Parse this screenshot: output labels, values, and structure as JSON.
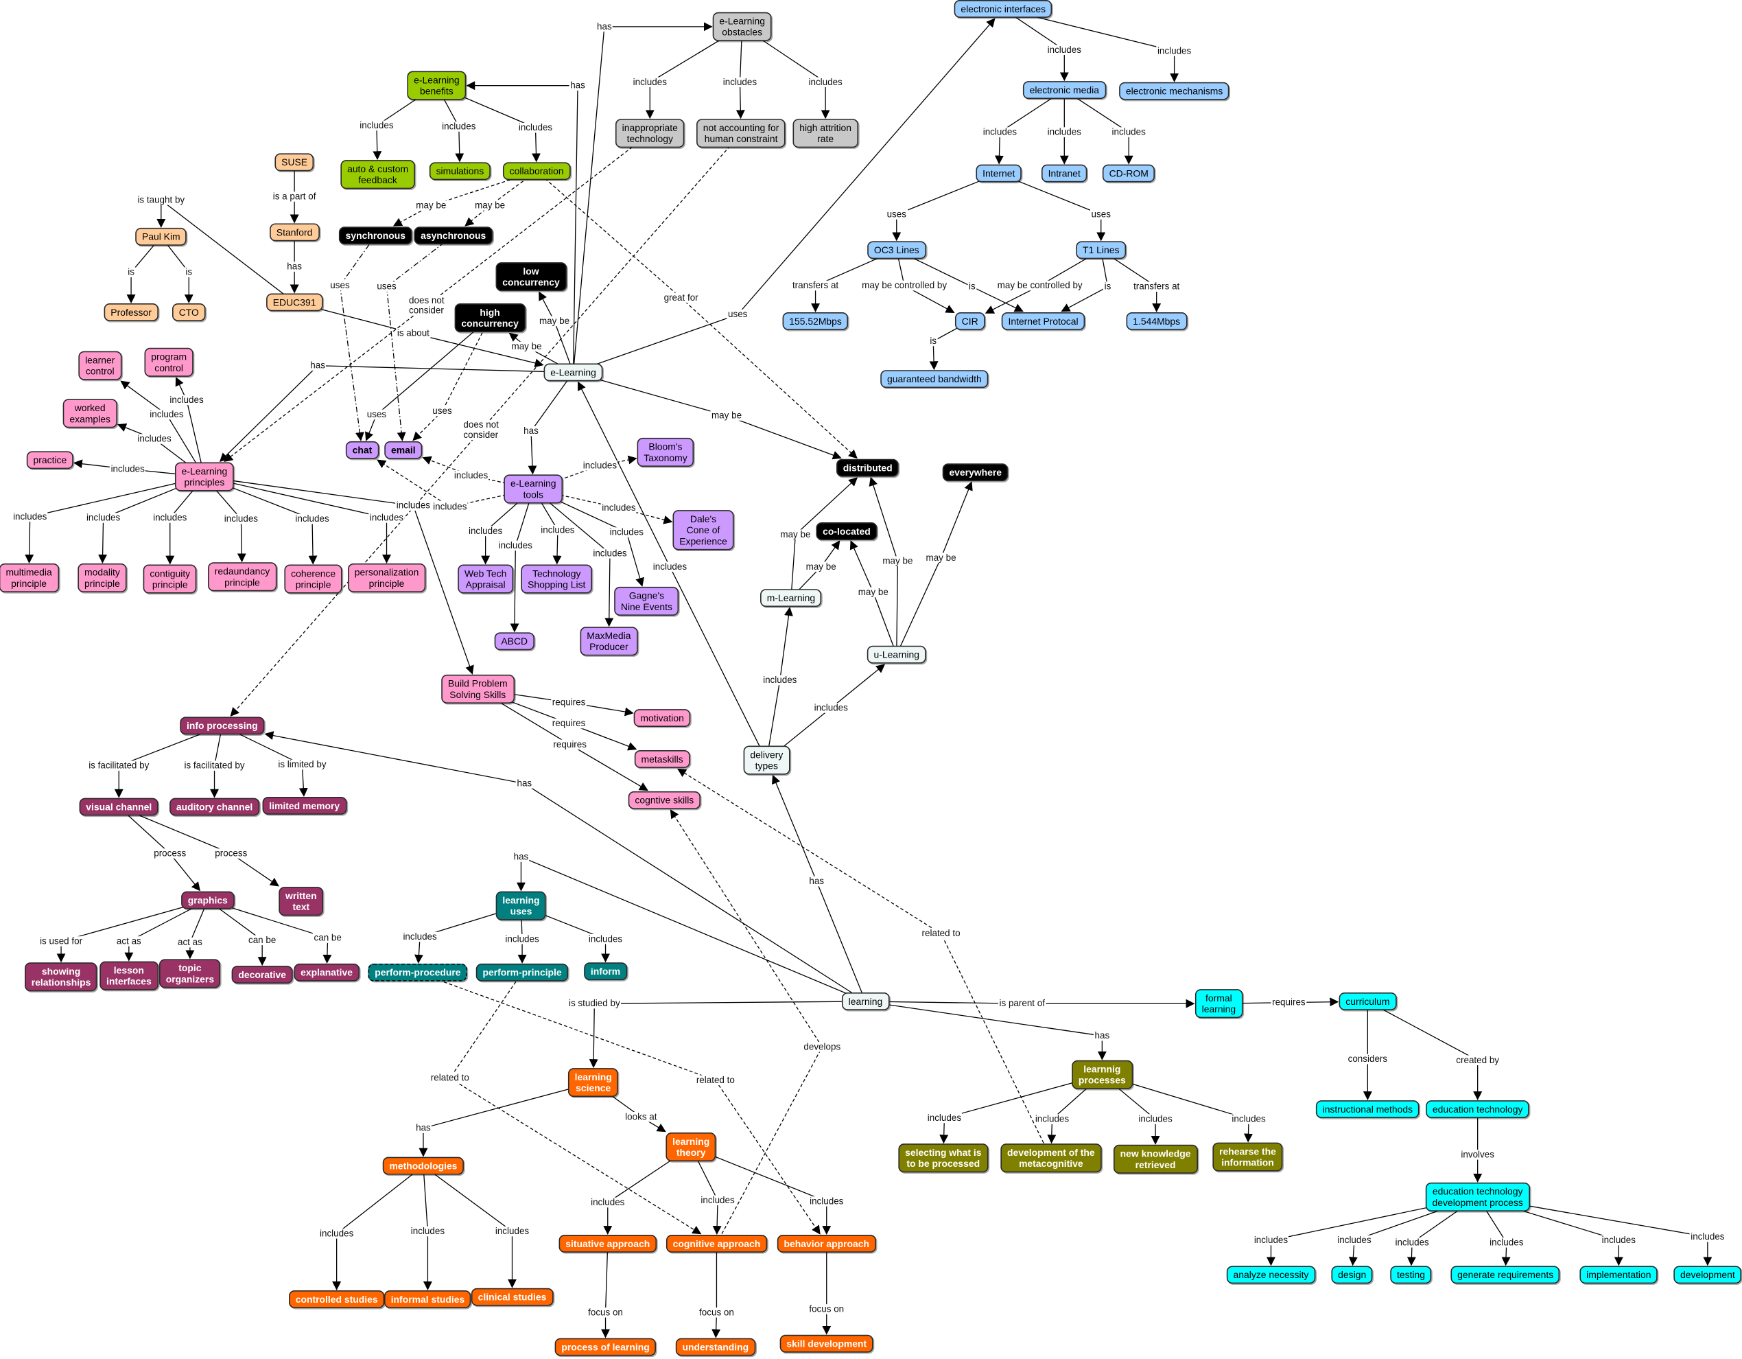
{
  "palette": {
    "gray": {
      "bg": "#c8c8c8",
      "dark": false
    },
    "green": {
      "bg": "#99cc00",
      "dark": false
    },
    "peach": {
      "bg": "#ffcc99",
      "dark": false
    },
    "pink": {
      "bg": "#ff99cc",
      "dark": false
    },
    "purple": {
      "bg": "#cc99ff",
      "dark": false
    },
    "black": {
      "bg": "#000000",
      "dark": true
    },
    "blue": {
      "bg": "#99ccff",
      "dark": false
    },
    "white": {
      "bg": "#eef6f6",
      "dark": false
    },
    "maroon": {
      "bg": "#993366",
      "dark": true
    },
    "teal": {
      "bg": "#008080",
      "dark": true
    },
    "orange": {
      "bg": "#ff6600",
      "dark": true
    },
    "olive": {
      "bg": "#808000",
      "dark": true
    },
    "cyan": {
      "bg": "#00ffff",
      "dark": false
    }
  },
  "nodes": {
    "obst": {
      "label": "e-Learning\nobstacles",
      "group": "gray"
    },
    "inapp": {
      "label": "inappropriate\ntechnology",
      "group": "gray"
    },
    "notacc": {
      "label": "not accounting for\nhuman constraint",
      "group": "gray"
    },
    "attr": {
      "label": "high attrition\nrate",
      "group": "gray"
    },
    "ben": {
      "label": "e-Learning\nbenefits",
      "group": "green"
    },
    "auto": {
      "label": "auto & custom\nfeedback",
      "group": "green"
    },
    "sim": {
      "label": "simulations",
      "group": "green"
    },
    "collab": {
      "label": "collaboration",
      "group": "green"
    },
    "suse": {
      "label": "SUSE",
      "group": "peach"
    },
    "stan": {
      "label": "Stanford",
      "group": "peach"
    },
    "educ": {
      "label": "EDUC391",
      "group": "peach"
    },
    "kim": {
      "label": "Paul Kim",
      "group": "peach"
    },
    "prof": {
      "label": "Professor",
      "group": "peach"
    },
    "cto": {
      "label": "CTO",
      "group": "peach"
    },
    "sync": {
      "label": "synchronous",
      "group": "black"
    },
    "async": {
      "label": "asynchronous",
      "group": "black"
    },
    "low": {
      "label": "low\nconcurrency",
      "group": "black"
    },
    "high": {
      "label": "high\nconcurrency",
      "group": "black"
    },
    "el": {
      "label": "e-Learning",
      "group": "white"
    },
    "chat": {
      "label": "chat",
      "group": "purple",
      "bold": true
    },
    "email": {
      "label": "email",
      "group": "purple",
      "bold": true
    },
    "lc": {
      "label": "learner\ncontrol",
      "group": "pink"
    },
    "pc": {
      "label": "program\ncontrol",
      "group": "pink"
    },
    "we": {
      "label": "worked\nexamples",
      "group": "pink"
    },
    "prac": {
      "label": "practice",
      "group": "pink"
    },
    "elp": {
      "label": "e-Learning\nprinciples",
      "group": "pink"
    },
    "mm": {
      "label": "multimedia\nprinciple",
      "group": "pink"
    },
    "mod": {
      "label": "modality\nprinciple",
      "group": "pink"
    },
    "cont": {
      "label": "contiguity\nprinciple",
      "group": "pink"
    },
    "red": {
      "label": "redaundancy\nprinciple",
      "group": "pink"
    },
    "coh": {
      "label": "coherence\nprinciple",
      "group": "pink"
    },
    "pers": {
      "label": "personalization\nprinciple",
      "group": "pink"
    },
    "tools": {
      "label": "e-Learning\ntools",
      "group": "purple"
    },
    "bloom": {
      "label": "Bloom's\nTaxonomy",
      "group": "purple"
    },
    "dale": {
      "label": "Dale's\nCone of\nExperience",
      "group": "purple"
    },
    "webtech": {
      "label": "Web Tech\nAppraisal",
      "group": "purple"
    },
    "tsl": {
      "label": "Technology\nShopping List",
      "group": "purple"
    },
    "abcd": {
      "label": "ABCD",
      "group": "purple"
    },
    "gagne": {
      "label": "Gagne's\nNine Events",
      "group": "purple"
    },
    "maxm": {
      "label": "MaxMedia\nProducer",
      "group": "purple"
    },
    "dist": {
      "label": "distributed",
      "group": "black"
    },
    "every": {
      "label": "everywhere",
      "group": "black"
    },
    "coloc": {
      "label": "co-located",
      "group": "black"
    },
    "ml": {
      "label": "m-Learning",
      "group": "white"
    },
    "ul": {
      "label": "u-Learning",
      "group": "white"
    },
    "dt": {
      "label": "delivery\ntypes",
      "group": "white"
    },
    "ei": {
      "label": "electronic interfaces",
      "group": "blue"
    },
    "em": {
      "label": "electronic media",
      "group": "blue"
    },
    "emech": {
      "label": "electronic mechanisms",
      "group": "blue"
    },
    "inet": {
      "label": "Internet",
      "group": "blue"
    },
    "intra": {
      "label": "Intranet",
      "group": "blue"
    },
    "cd": {
      "label": "CD-ROM",
      "group": "blue"
    },
    "oc3": {
      "label": "OC3 Lines",
      "group": "blue"
    },
    "t1": {
      "label": "T1 Lines",
      "group": "blue"
    },
    "m155": {
      "label": "155.52Mbps",
      "group": "blue"
    },
    "cir": {
      "label": "CIR",
      "group": "blue"
    },
    "ip": {
      "label": "Internet Protocal",
      "group": "blue"
    },
    "m1544": {
      "label": "1.544Mbps",
      "group": "blue"
    },
    "gb": {
      "label": "guaranteed bandwidth",
      "group": "blue"
    },
    "bpss": {
      "label": "Build Problem\nSolving Skills",
      "group": "pink"
    },
    "mot": {
      "label": "motivation",
      "group": "pink"
    },
    "meta": {
      "label": "metaskills",
      "group": "pink"
    },
    "cog": {
      "label": "cogntive skills",
      "group": "pink"
    },
    "info": {
      "label": "info processing",
      "group": "maroon"
    },
    "vis": {
      "label": "visual channel",
      "group": "maroon"
    },
    "aud": {
      "label": "auditory channel",
      "group": "maroon"
    },
    "lim": {
      "label": "limited memory",
      "group": "maroon"
    },
    "graph": {
      "label": "graphics",
      "group": "maroon"
    },
    "wt": {
      "label": "written\ntext",
      "group": "maroon"
    },
    "show": {
      "label": "showing\nrelationships",
      "group": "maroon"
    },
    "lesson": {
      "label": "lesson\ninterfaces",
      "group": "maroon"
    },
    "topic": {
      "label": "topic\norganizers",
      "group": "maroon"
    },
    "deco": {
      "label": "decorative",
      "group": "maroon"
    },
    "expl": {
      "label": "explanative",
      "group": "maroon"
    },
    "lu": {
      "label": "learning\nuses",
      "group": "teal"
    },
    "pp": {
      "label": "perform-procedure",
      "group": "teal",
      "dashed": true
    },
    "ppr": {
      "label": "perform-principle",
      "group": "teal"
    },
    "inform": {
      "label": "inform",
      "group": "teal"
    },
    "learning": {
      "label": "learning",
      "group": "white"
    },
    "fl": {
      "label": "formal\nlearning",
      "group": "cyan"
    },
    "curr": {
      "label": "curriculum",
      "group": "cyan"
    },
    "im": {
      "label": "instructional methods",
      "group": "cyan"
    },
    "et": {
      "label": "education technology",
      "group": "cyan"
    },
    "etdp": {
      "label": "education technology\ndevelopment process",
      "group": "cyan"
    },
    "an": {
      "label": "analyze necessity",
      "group": "cyan"
    },
    "design": {
      "label": "design",
      "group": "cyan"
    },
    "test": {
      "label": "testing",
      "group": "cyan"
    },
    "gen": {
      "label": "generate requirements",
      "group": "cyan"
    },
    "impl": {
      "label": "implementation",
      "group": "cyan"
    },
    "dev": {
      "label": "development",
      "group": "cyan"
    },
    "lp": {
      "label": "learnnig\nprocesses",
      "group": "olive"
    },
    "sel": {
      "label": "selecting what is\nto be processed",
      "group": "olive"
    },
    "dmeta": {
      "label": "development of the\nmetacognitive",
      "group": "olive"
    },
    "nk": {
      "label": "new knowledge\nretrieved",
      "group": "olive"
    },
    "reh": {
      "label": "rehearse the\ninformation",
      "group": "olive"
    },
    "ls": {
      "label": "learning\nscience",
      "group": "orange"
    },
    "meth": {
      "label": "methodologies",
      "group": "orange"
    },
    "lt": {
      "label": "learning\ntheory",
      "group": "orange"
    },
    "cs": {
      "label": "controlled studies",
      "group": "orange"
    },
    "is": {
      "label": "informal studies",
      "group": "orange"
    },
    "cls": {
      "label": "clinical studies",
      "group": "orange"
    },
    "sa": {
      "label": "situative approach",
      "group": "orange"
    },
    "ca": {
      "label": "cognitive approach",
      "group": "orange"
    },
    "ba": {
      "label": "behavior approach",
      "group": "orange"
    },
    "pol": {
      "label": "process of learning",
      "group": "orange"
    },
    "und": {
      "label": "understanding",
      "group": "orange"
    },
    "sd": {
      "label": "skill development",
      "group": "orange"
    }
  },
  "links": [
    {
      "from": "el",
      "phrase": "has",
      "to": "obst"
    },
    {
      "from": "el",
      "phrase": "has",
      "to": "ben"
    },
    {
      "from": "obst",
      "phrase": "includes",
      "to": "inapp"
    },
    {
      "from": "obst",
      "phrase": "includes",
      "to": "notacc"
    },
    {
      "from": "obst",
      "phrase": "includes",
      "to": "attr"
    },
    {
      "from": "ben",
      "phrase": "includes",
      "to": "auto"
    },
    {
      "from": "ben",
      "phrase": "includes",
      "to": "sim"
    },
    {
      "from": "ben",
      "phrase": "includes",
      "to": "collab"
    },
    {
      "from": "suse",
      "phrase": "is a part of",
      "to": "stan"
    },
    {
      "from": "stan",
      "phrase": "has",
      "to": "educ"
    },
    {
      "from": "educ",
      "phrase": "is taught by",
      "to": "kim"
    },
    {
      "from": "kim",
      "phrase": "is",
      "to": "prof"
    },
    {
      "from": "kim",
      "phrase": "is",
      "to": "cto"
    },
    {
      "from": "educ",
      "phrase": "is about",
      "to": "el"
    },
    {
      "from": "collab",
      "phrase": "may be",
      "to": "sync",
      "style": "dashed"
    },
    {
      "from": "collab",
      "phrase": "may be",
      "to": "async",
      "style": "dashed"
    },
    {
      "from": "sync",
      "phrase": "uses",
      "to": "chat",
      "style": "dashdot"
    },
    {
      "from": "async",
      "phrase": "uses",
      "to": "email",
      "style": "dashdot"
    },
    {
      "from": "inapp",
      "phrase": "does not\nconsider",
      "to": "elp",
      "style": "dashed"
    },
    {
      "from": "notacc",
      "phrase": "does not\nconsider",
      "to": "info",
      "style": "dashed"
    },
    {
      "from": "collab",
      "phrase": "great for",
      "to": "dist",
      "style": "dashed"
    },
    {
      "from": "el",
      "phrase": "may be",
      "to": "low"
    },
    {
      "from": "el",
      "phrase": "may be",
      "to": "high"
    },
    {
      "from": "high",
      "phrase": "uses",
      "to": "chat"
    },
    {
      "from": "high",
      "phrase": "uses",
      "to": "email",
      "style": "dashed"
    },
    {
      "from": "el",
      "phrase": "uses",
      "to": "ei"
    },
    {
      "from": "el",
      "phrase": "may be",
      "to": "dist"
    },
    {
      "from": "el",
      "phrase": "has",
      "to": "tools"
    },
    {
      "from": "el",
      "phrase": "has",
      "to": "elp"
    },
    {
      "from": "tools",
      "phrase": "includes",
      "to": "bloom",
      "style": "dashed"
    },
    {
      "from": "tools",
      "phrase": "includes",
      "to": "email",
      "style": "dashed"
    },
    {
      "from": "tools",
      "phrase": "includes",
      "to": "chat",
      "style": "dashed"
    },
    {
      "from": "tools",
      "phrase": "includes",
      "to": "dale",
      "style": "dashed"
    },
    {
      "from": "tools",
      "phrase": "includes",
      "to": "webtech"
    },
    {
      "from": "tools",
      "phrase": "includes",
      "to": "abcd"
    },
    {
      "from": "tools",
      "phrase": "includes",
      "to": "tsl"
    },
    {
      "from": "tools",
      "phrase": "includes",
      "to": "maxm"
    },
    {
      "from": "tools",
      "phrase": "includes",
      "to": "gagne"
    },
    {
      "from": "elp",
      "phrase": "includes",
      "to": "lc"
    },
    {
      "from": "elp",
      "phrase": "includes",
      "to": "pc"
    },
    {
      "from": "elp",
      "phrase": "includes",
      "to": "we"
    },
    {
      "from": "elp",
      "phrase": "includes",
      "to": "prac"
    },
    {
      "from": "elp",
      "phrase": "includes",
      "to": "mm"
    },
    {
      "from": "elp",
      "phrase": "includes",
      "to": "mod"
    },
    {
      "from": "elp",
      "phrase": "includes",
      "to": "cont"
    },
    {
      "from": "elp",
      "phrase": "includes",
      "to": "red"
    },
    {
      "from": "elp",
      "phrase": "includes",
      "to": "coh"
    },
    {
      "from": "elp",
      "phrase": "includes",
      "to": "pers"
    },
    {
      "from": "elp",
      "phrase": "includes",
      "to": "bpss"
    },
    {
      "from": "dt",
      "phrase": "includes",
      "to": "el"
    },
    {
      "from": "ei",
      "phrase": "includes",
      "to": "em"
    },
    {
      "from": "ei",
      "phrase": "includes",
      "to": "emech"
    },
    {
      "from": "em",
      "phrase": "includes",
      "to": "inet"
    },
    {
      "from": "em",
      "phrase": "includes",
      "to": "intra"
    },
    {
      "from": "em",
      "phrase": "includes",
      "to": "cd"
    },
    {
      "from": "inet",
      "phrase": "uses",
      "to": "oc3"
    },
    {
      "from": "inet",
      "phrase": "uses",
      "to": "t1"
    },
    {
      "from": "oc3",
      "phrase": "transfers at",
      "to": "m155"
    },
    {
      "from": "oc3",
      "phrase": "may be controlled by",
      "to": "cir"
    },
    {
      "from": "oc3",
      "phrase": "is",
      "to": "ip"
    },
    {
      "from": "t1",
      "phrase": "may be controlled by",
      "to": "cir"
    },
    {
      "from": "t1",
      "phrase": "is",
      "to": "ip"
    },
    {
      "from": "t1",
      "phrase": "transfers at",
      "to": "m1544"
    },
    {
      "from": "cir",
      "phrase": "is",
      "to": "gb"
    },
    {
      "from": "ml",
      "phrase": "may be",
      "to": "dist"
    },
    {
      "from": "ml",
      "phrase": "may be",
      "to": "coloc"
    },
    {
      "from": "ul",
      "phrase": "may be",
      "to": "coloc"
    },
    {
      "from": "ul",
      "phrase": "may be",
      "to": "dist"
    },
    {
      "from": "ul",
      "phrase": "may be",
      "to": "every"
    },
    {
      "from": "dt",
      "phrase": "includes",
      "to": "ml"
    },
    {
      "from": "dt",
      "phrase": "includes",
      "to": "ul"
    },
    {
      "from": "learning",
      "phrase": "has",
      "to": "dt"
    },
    {
      "from": "bpss",
      "phrase": "requires",
      "to": "mot"
    },
    {
      "from": "bpss",
      "phrase": "requires",
      "to": "meta"
    },
    {
      "from": "bpss",
      "phrase": "requires",
      "to": "cog"
    },
    {
      "from": "learning",
      "phrase": "has",
      "to": "info"
    },
    {
      "from": "info",
      "phrase": "is facilitated by",
      "to": "vis"
    },
    {
      "from": "info",
      "phrase": "is facilitated by",
      "to": "aud"
    },
    {
      "from": "info",
      "phrase": "is limited by",
      "to": "lim"
    },
    {
      "from": "vis",
      "phrase": "process",
      "to": "graph"
    },
    {
      "from": "vis",
      "phrase": "process",
      "to": "wt"
    },
    {
      "from": "graph",
      "phrase": "is used for",
      "to": "show"
    },
    {
      "from": "graph",
      "phrase": "act as",
      "to": "lesson"
    },
    {
      "from": "graph",
      "phrase": "act as",
      "to": "topic"
    },
    {
      "from": "graph",
      "phrase": "can be",
      "to": "deco"
    },
    {
      "from": "graph",
      "phrase": "can be",
      "to": "expl"
    },
    {
      "from": "learning",
      "phrase": "has",
      "to": "lu"
    },
    {
      "from": "lu",
      "phrase": "includes",
      "to": "pp"
    },
    {
      "from": "lu",
      "phrase": "includes",
      "to": "ppr"
    },
    {
      "from": "lu",
      "phrase": "includes",
      "to": "inform"
    },
    {
      "from": "learning",
      "phrase": "is studied by",
      "to": "ls"
    },
    {
      "from": "learning",
      "phrase": "is parent of",
      "to": "fl"
    },
    {
      "from": "fl",
      "phrase": "requires",
      "to": "curr"
    },
    {
      "from": "curr",
      "phrase": "considers",
      "to": "im"
    },
    {
      "from": "curr",
      "phrase": "created by",
      "to": "et"
    },
    {
      "from": "et",
      "phrase": "involves",
      "to": "etdp"
    },
    {
      "from": "etdp",
      "phrase": "includes",
      "to": "an"
    },
    {
      "from": "etdp",
      "phrase": "includes",
      "to": "design"
    },
    {
      "from": "etdp",
      "phrase": "includes",
      "to": "test"
    },
    {
      "from": "etdp",
      "phrase": "includes",
      "to": "gen"
    },
    {
      "from": "etdp",
      "phrase": "includes",
      "to": "impl"
    },
    {
      "from": "etdp",
      "phrase": "includes",
      "to": "dev"
    },
    {
      "from": "learning",
      "phrase": "has",
      "to": "lp"
    },
    {
      "from": "lp",
      "phrase": "includes",
      "to": "sel"
    },
    {
      "from": "lp",
      "phrase": "includes",
      "to": "dmeta"
    },
    {
      "from": "lp",
      "phrase": "includes",
      "to": "nk"
    },
    {
      "from": "lp",
      "phrase": "includes",
      "to": "reh"
    },
    {
      "from": "dmeta",
      "phrase": "related to",
      "to": "meta",
      "style": "dashed"
    },
    {
      "from": "ls",
      "phrase": "has",
      "to": "meth"
    },
    {
      "from": "ls",
      "phrase": "looks at",
      "to": "lt"
    },
    {
      "from": "meth",
      "phrase": "includes",
      "to": "cs"
    },
    {
      "from": "meth",
      "phrase": "includes",
      "to": "is"
    },
    {
      "from": "meth",
      "phrase": "includes",
      "to": "cls"
    },
    {
      "from": "lt",
      "phrase": "includes",
      "to": "sa"
    },
    {
      "from": "lt",
      "phrase": "includes",
      "to": "ca"
    },
    {
      "from": "lt",
      "phrase": "includes",
      "to": "ba"
    },
    {
      "from": "sa",
      "phrase": "focus on",
      "to": "pol"
    },
    {
      "from": "ca",
      "phrase": "focus on",
      "to": "und"
    },
    {
      "from": "ba",
      "phrase": "focus on",
      "to": "sd"
    },
    {
      "from": "ppr",
      "phrase": "related to",
      "to": "ca",
      "style": "dashed"
    },
    {
      "from": "pp",
      "phrase": "related to",
      "to": "ba",
      "style": "dashed"
    },
    {
      "from": "ca",
      "phrase": "develops",
      "to": "cog",
      "style": "dashed"
    }
  ]
}
